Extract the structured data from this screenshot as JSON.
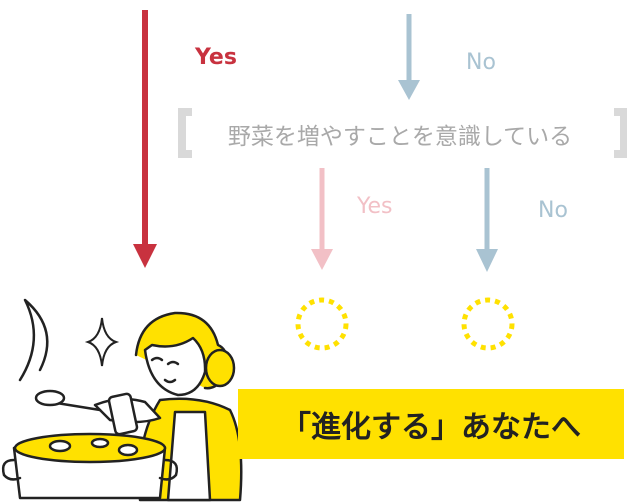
{
  "branch_top": {
    "yes_label": "Yes",
    "no_label": "No"
  },
  "question": {
    "text": "野菜を増やすことを意識している"
  },
  "branch_bottom": {
    "yes_label": "Yes",
    "no_label": "No"
  },
  "result": {
    "text": "「進化する」あなたへ"
  },
  "colors": {
    "strong_red": "#c8323f",
    "light_red": "#f2c0c6",
    "light_blue": "#a9c3d2",
    "yellow": "#ffe100",
    "bracket_gray": "#d9d9d9",
    "ink": "#222222"
  },
  "icons": {
    "illustration": "woman-cooking-pot-illustration",
    "sparkle": "sparkle-icon"
  }
}
